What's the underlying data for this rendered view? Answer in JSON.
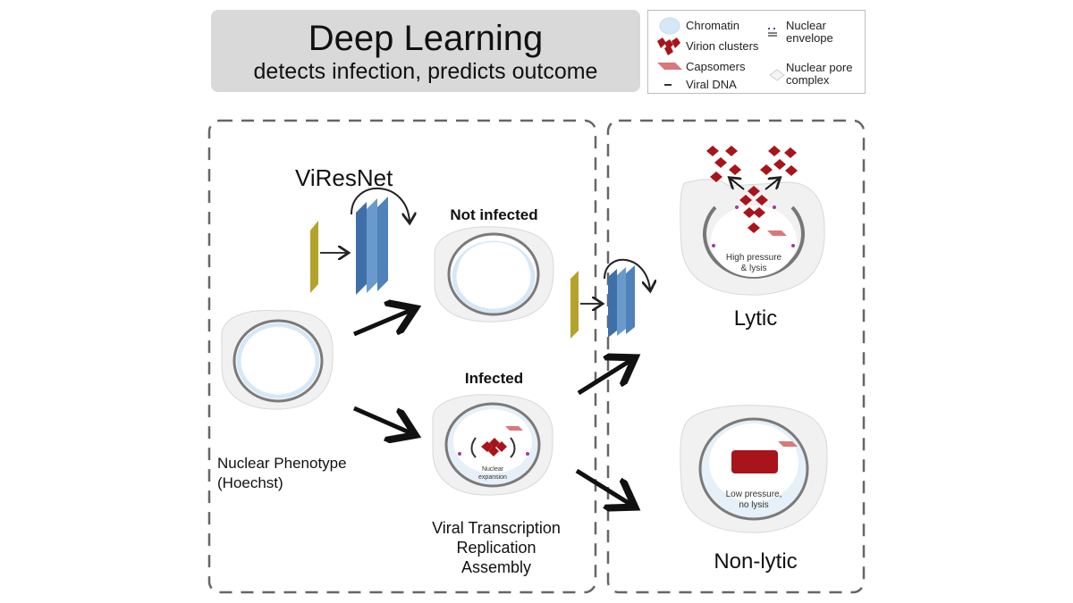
{
  "header": {
    "title": "Deep Learning",
    "subtitle": "detects infection, predicts outcome"
  },
  "legend": {
    "items": [
      {
        "icon": "chromatin-icon",
        "label": "Chromatin",
        "color": "#cfe3f5"
      },
      {
        "icon": "virion-cluster-icon",
        "label": "Virion clusters",
        "color": "#a8141b"
      },
      {
        "icon": "capsomer-icon",
        "label": "Capsomers",
        "color": "#d9787a"
      },
      {
        "icon": "viral-dna-icon",
        "label": "Viral DNA",
        "color": "#333333"
      },
      {
        "icon": "nuclear-envelope-icon",
        "label_line1": "Nuclear",
        "label_line2": "envelope",
        "color": "#555555"
      },
      {
        "icon": "nuclear-pore-icon",
        "label_line1": "Nuclear pore",
        "label_line2": "complex",
        "color": "#e6e6e6"
      }
    ]
  },
  "left_panel": {
    "network_label": "ViResNet",
    "input_label_line1": "Nuclear Phenotype",
    "input_label_line2": "(Hoechst)",
    "not_infected_label": "Not infected",
    "infected_label": "Infected",
    "infected_inner_line1": "Nuclear",
    "infected_inner_line2": "expansion",
    "process_line1": "Viral Transcription",
    "process_line2": "Replication",
    "process_line3": "Assembly"
  },
  "right_panel": {
    "lytic_label": "Lytic",
    "lytic_inner_line1": "High pressure",
    "lytic_inner_line2": "& lysis",
    "nonlytic_label": "Non-lytic",
    "nonlytic_inner_line1": "Low pressure,",
    "nonlytic_inner_line2": "no lysis"
  },
  "colors": {
    "title_bg": "#d9d9d9",
    "input_layer": "#b5a22b",
    "resnet_dark": "#3f6fa8",
    "resnet_mid": "#5a8cc0",
    "resnet_light": "#7aa7d2",
    "virion": "#a8141b",
    "chromatin": "#d6e8f7",
    "cell_fill": "#f2f2f2",
    "dash": "#666666"
  }
}
